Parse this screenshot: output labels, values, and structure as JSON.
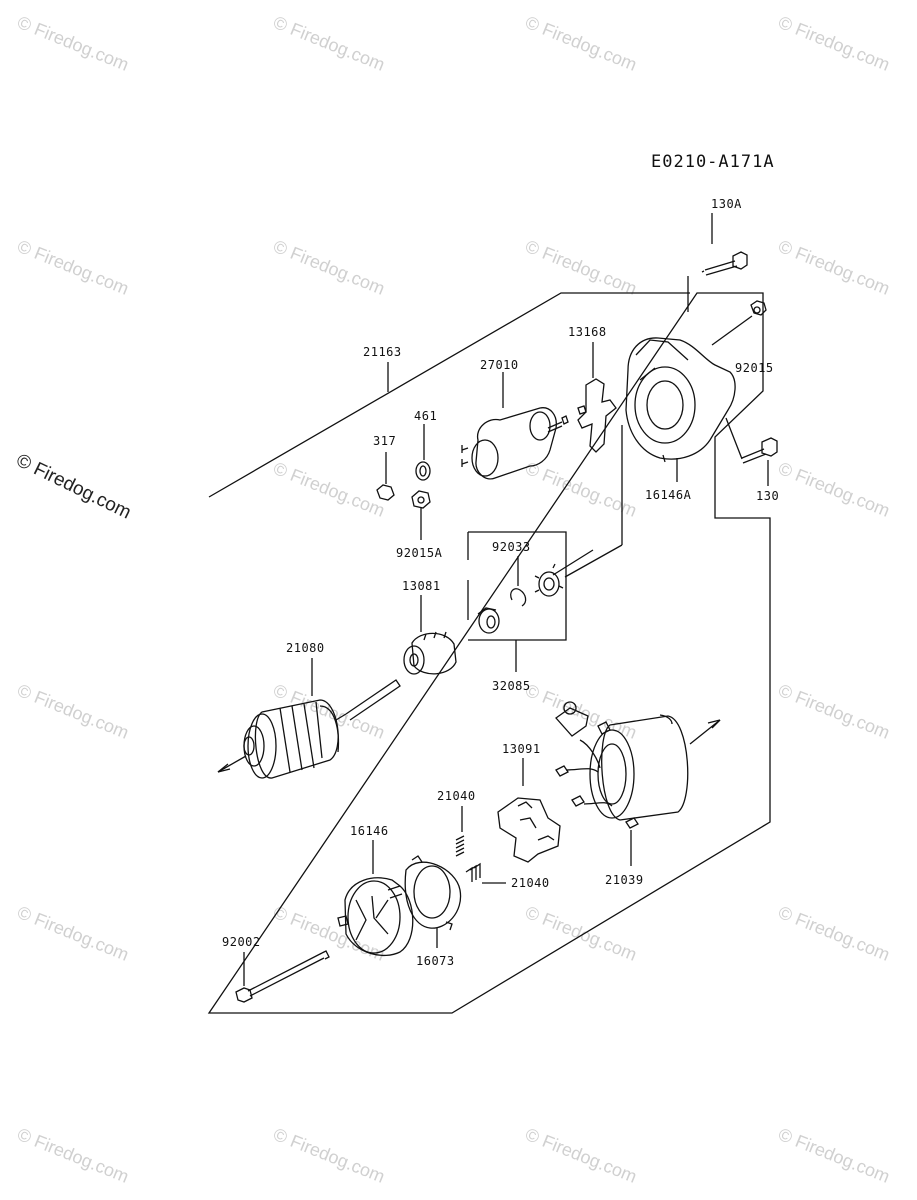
{
  "diagram_code": "E0210-A171A",
  "watermark": "© Firedog.com",
  "parts": [
    {
      "id": "130a",
      "label": "130A"
    },
    {
      "id": "92015",
      "label": "92015"
    },
    {
      "id": "21163",
      "label": "21163"
    },
    {
      "id": "27010",
      "label": "27010"
    },
    {
      "id": "13168",
      "label": "13168"
    },
    {
      "id": "461",
      "label": "461"
    },
    {
      "id": "317",
      "label": "317"
    },
    {
      "id": "16146a",
      "label": "16146A"
    },
    {
      "id": "130",
      "label": "130"
    },
    {
      "id": "92015a",
      "label": "92015A"
    },
    {
      "id": "92033",
      "label": "92033"
    },
    {
      "id": "13081",
      "label": "13081"
    },
    {
      "id": "21080",
      "label": "21080"
    },
    {
      "id": "32085",
      "label": "32085"
    },
    {
      "id": "13091",
      "label": "13091"
    },
    {
      "id": "21040a",
      "label": "21040"
    },
    {
      "id": "16146",
      "label": "16146"
    },
    {
      "id": "21040b",
      "label": "21040"
    },
    {
      "id": "21039",
      "label": "21039"
    },
    {
      "id": "92002",
      "label": "92002"
    },
    {
      "id": "16073",
      "label": "16073"
    }
  ]
}
